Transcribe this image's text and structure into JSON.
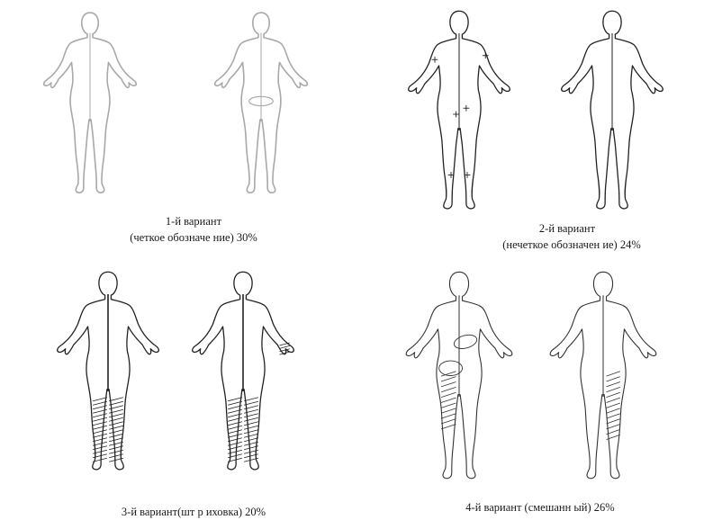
{
  "panels": [
    {
      "caption_line1": "1-й вариант",
      "caption_line2": "(четкое обозначе ние)   30%",
      "style": "faded",
      "color": "#a9a9a9"
    },
    {
      "caption_line1": "2-й вариант",
      "caption_line2": "(нечеткое обозначен ие) 24%",
      "style": "crosses",
      "color": "#222222"
    },
    {
      "caption_line1": "3-й вариант(шт р иховка)    20%",
      "caption_line2": "",
      "style": "hatched",
      "color": "#222222"
    },
    {
      "caption_line1": "4-й вариант (смешанн ый) 26%",
      "caption_line2": "",
      "style": "mixed",
      "color": "#333333"
    }
  ]
}
